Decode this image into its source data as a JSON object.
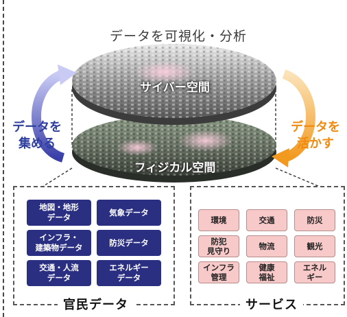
{
  "title": "データを可視化・分析",
  "cyber_label": "サイバー空間",
  "physical_label": "フィジカル空間",
  "left_label": [
    "データを",
    "集める"
  ],
  "right_label": [
    "データを",
    "活かす"
  ],
  "gov_panel": {
    "title": "官民データ",
    "items": [
      [
        "地図・地形",
        "データ"
      ],
      [
        "気象データ"
      ],
      [
        "インフラ・",
        "建築物データ"
      ],
      [
        "防災データ"
      ],
      [
        "交通・人流",
        "データ"
      ],
      [
        "エネルギー",
        "データ"
      ]
    ]
  },
  "svc_panel": {
    "title": "サービス",
    "items": [
      [
        "環境"
      ],
      [
        "交通"
      ],
      [
        "防災"
      ],
      [
        "防犯",
        "見守り"
      ],
      [
        "物流"
      ],
      [
        "観光"
      ],
      [
        "インフラ",
        "管理"
      ],
      [
        "健康",
        "福祉"
      ],
      [
        "エネル",
        "ギー"
      ]
    ]
  },
  "colors": {
    "gov_box": "#2a2f82",
    "svc_box": "#f8c9c9",
    "left_arrow": "#7b7fd6",
    "right_arrow": "#f2a33a",
    "left_text": "#2f3f9f",
    "right_text": "#f08a10"
  }
}
